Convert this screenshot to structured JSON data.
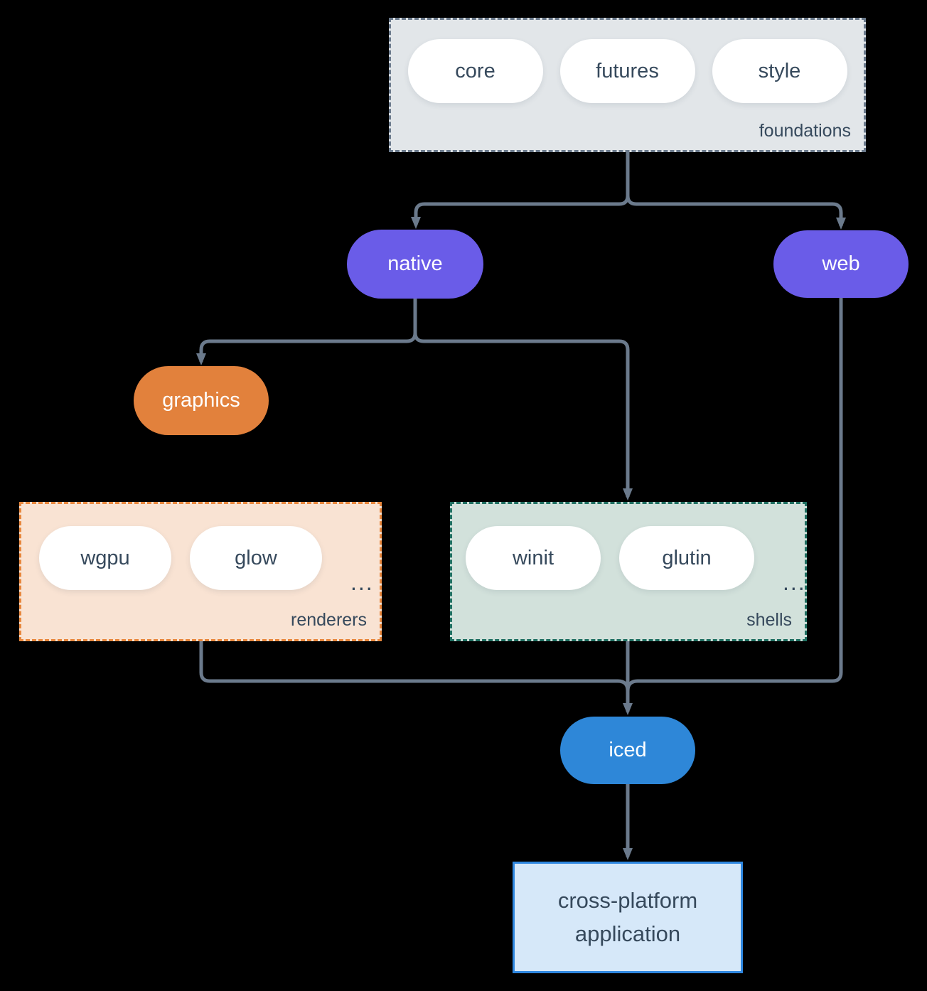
{
  "diagram": {
    "foundations": {
      "label": "foundations",
      "pills": [
        "core",
        "futures",
        "style"
      ]
    },
    "native": {
      "label": "native"
    },
    "web": {
      "label": "web"
    },
    "graphics": {
      "label": "graphics"
    },
    "renderers": {
      "label": "renderers",
      "pills": [
        "wgpu",
        "glow"
      ],
      "more": "..."
    },
    "shells": {
      "label": "shells",
      "pills": [
        "winit",
        "glutin"
      ],
      "more": "..."
    },
    "iced": {
      "label": "iced"
    },
    "application": {
      "label": "cross-platform application"
    }
  },
  "colors": {
    "background": "#000000",
    "connector": "#6b7a8c",
    "accent_purple": "#6a5ce8",
    "accent_orange": "#e2813c",
    "accent_blue": "#2e87d8",
    "foundations_fill": "#e2e6e9",
    "foundations_border": "#6b7a8c",
    "renderers_fill": "#f9e3d3",
    "renderers_border": "#e8873d",
    "shells_fill": "#d2e1db",
    "shells_border": "#1f6f61",
    "application_fill": "#d6e8f9",
    "application_border": "#2e87e0",
    "pill_fill": "#ffffff",
    "text_dark": "#36495c"
  }
}
